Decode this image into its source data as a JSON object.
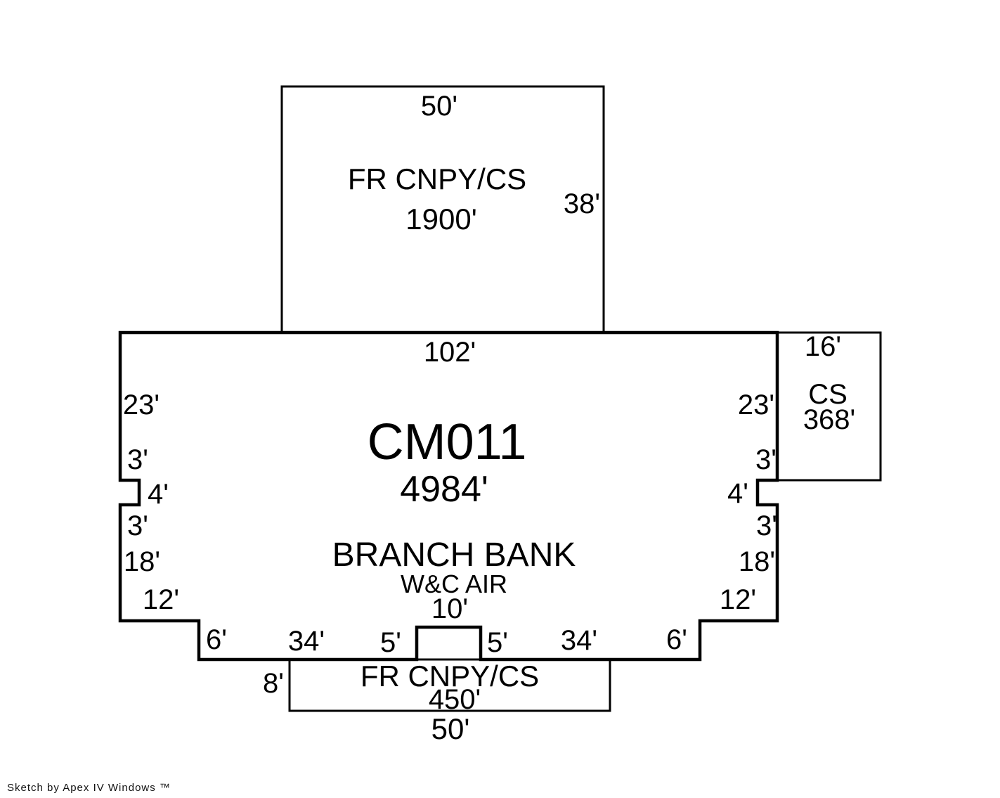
{
  "page": {
    "background_color": "#ffffff",
    "ink_color": "#000000"
  },
  "top_canopy": {
    "label": "FR CNPY/CS",
    "area": "1900'",
    "dim_top": "50'",
    "dim_right": "38'"
  },
  "main_building": {
    "code": "CM011",
    "area": "4984'",
    "name": "BRANCH BANK",
    "air_note": "W&C AIR",
    "dims": {
      "top": "102'",
      "bump_top": "10'",
      "left": [
        "23'",
        "3'",
        "4'",
        "3'",
        "18'",
        "12'"
      ],
      "right": [
        "23'",
        "3'",
        "4'",
        "3'",
        "18'",
        "12'"
      ],
      "bottom": [
        "6'",
        "34'",
        "5'",
        "5'",
        "34'",
        "6'"
      ]
    }
  },
  "cs_section": {
    "label": "CS",
    "area": "368'",
    "dim_top": "16'"
  },
  "bottom_canopy": {
    "label": "FR CNPY/CS",
    "area": "450'",
    "dim_left": "8'",
    "dim_bottom": "50'"
  },
  "footer": {
    "credit": "Sketch by Apex IV Windows ™"
  }
}
